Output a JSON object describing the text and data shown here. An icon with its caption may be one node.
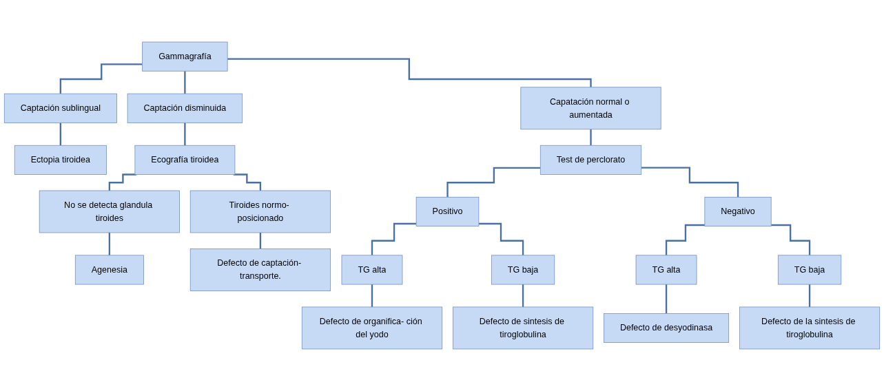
{
  "diagram": {
    "nodes": [
      {
        "text": [
          "Gammagrafía"
        ]
      },
      {
        "text": [
          "Captación sublingual"
        ]
      },
      {
        "text": [
          "Captación disminuida"
        ]
      },
      {
        "text": [
          "Capatación normal o aumentada"
        ]
      },
      {
        "text": [
          "Ectopia tiroidea"
        ]
      },
      {
        "text": [
          "Ecografía tiroidea"
        ]
      },
      {
        "text": [
          "No se detecta glandula tiroides"
        ]
      },
      {
        "text": [
          "Tiroides normo- posicionado"
        ]
      },
      {
        "text": [
          "Agenesia"
        ]
      },
      {
        "text": [
          "Defecto de captación- transporte."
        ]
      },
      {
        "text": [
          "Test de perclorato"
        ]
      },
      {
        "text": [
          "Positivo"
        ]
      },
      {
        "text": [
          "Negativo"
        ]
      },
      {
        "text": [
          "TG alta"
        ]
      },
      {
        "text": [
          "TG baja"
        ]
      },
      {
        "text": [
          "TG alta"
        ]
      },
      {
        "text": [
          "TG baja"
        ]
      },
      {
        "text": [
          "Defecto de organifica- ción del yodo"
        ]
      },
      {
        "text": [
          "Defecto de sintesis de tiroglobulina"
        ]
      },
      {
        "text": [
          "Defecto de desyodinasa"
        ]
      },
      {
        "text": [
          "Defecto de la sintesis de tiroglobulina"
        ]
      }
    ],
    "edges": [
      {
        "from": 0,
        "to": 1,
        "arrow": "none"
      },
      {
        "from": 0,
        "to": 2,
        "arrow": "none"
      },
      {
        "from": 0,
        "to": 3,
        "arrow": "none"
      },
      {
        "from": 1,
        "to": 4,
        "arrow": "none"
      },
      {
        "from": 2,
        "to": 5,
        "arrow": "none"
      },
      {
        "from": 5,
        "to": 6,
        "arrow": "none"
      },
      {
        "from": 5,
        "to": 7,
        "arrow": "none"
      },
      {
        "from": 6,
        "to": 8,
        "arrow": "none"
      },
      {
        "from": 7,
        "to": 9,
        "arrow": "none"
      },
      {
        "from": 3,
        "to": 10,
        "arrow": "none"
      },
      {
        "from": 10,
        "to": 11,
        "arrow": "none"
      },
      {
        "from": 10,
        "to": 12,
        "arrow": "none"
      },
      {
        "from": 11,
        "to": 13,
        "arrow": "none"
      },
      {
        "from": 11,
        "to": 14,
        "arrow": "none"
      },
      {
        "from": 12,
        "to": 15,
        "arrow": "none"
      },
      {
        "from": 12,
        "to": 16,
        "arrow": "none"
      },
      {
        "from": 13,
        "to": 17,
        "arrow": "none"
      },
      {
        "from": 14,
        "to": 18,
        "arrow": "none"
      },
      {
        "from": 15,
        "to": 19,
        "arrow": "none"
      },
      {
        "from": 16,
        "to": 20,
        "arrow": "none"
      }
    ]
  }
}
